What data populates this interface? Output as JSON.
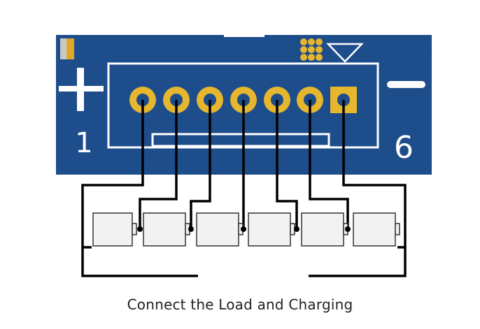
{
  "pcb": {
    "plus_symbol": "+",
    "minus_symbol": "−",
    "pin_first_label": "1",
    "pin_last_label": "6",
    "board_color": "#1e4d8c",
    "silkscreen_color": "#ffffff",
    "pad_color": "#e5b62e",
    "pad_count": 7
  },
  "battery": {
    "cell_count": 6,
    "cell_color": "#f2f2f2"
  },
  "wire_color": "#000000",
  "caption": "Connect the Load and Charging"
}
